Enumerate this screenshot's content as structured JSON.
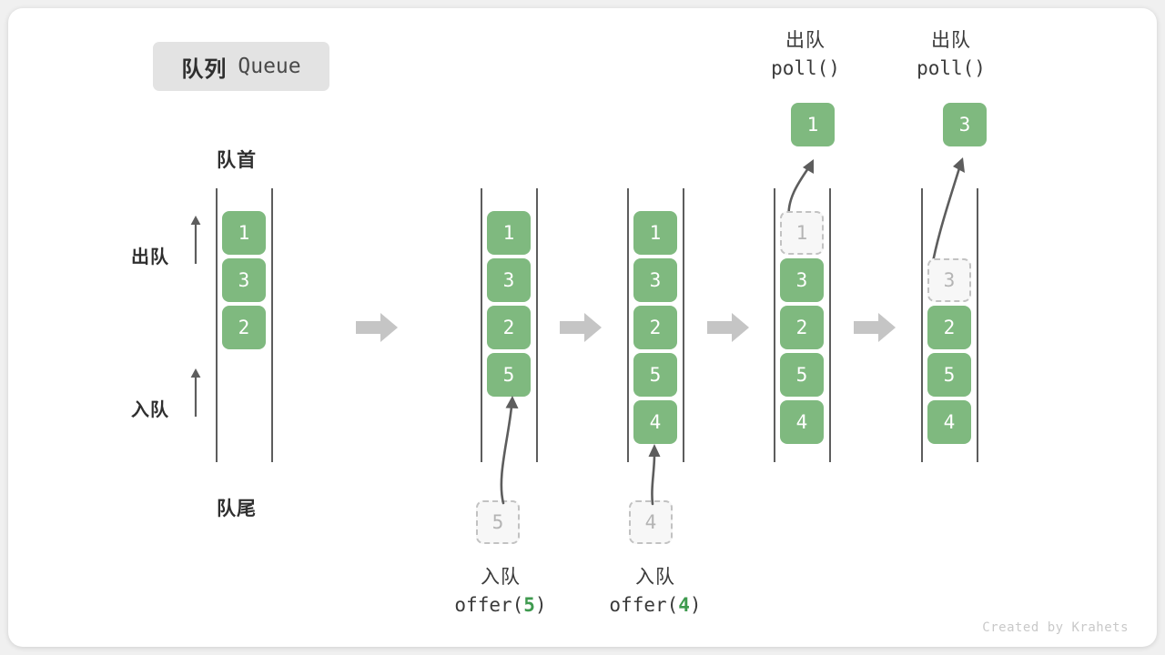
{
  "title": {
    "cn": "队列",
    "en": "Queue"
  },
  "captions": {
    "head": "队首",
    "tail": "队尾",
    "dequeue_label": "出队",
    "enqueue_label": "入队"
  },
  "colors": {
    "cell_green": "#7fb97f",
    "cell_text": "#ffffff",
    "ghost_fill": "#f7f7f7",
    "ghost_border": "#c2c2c2",
    "ghost_text": "#b4b4b4",
    "rail": "#5d5d5d",
    "block_arrow": "#c5c5c5",
    "curve_arrow": "#5d5d5d",
    "badge_bg": "#e3e3e3",
    "code_accent": "#3f9a4f",
    "card_bg": "#ffffff",
    "page_bg": "#f0f0f0"
  },
  "columns": [
    {
      "id": "state-initial",
      "cells": [
        {
          "value": "1",
          "state": "filled"
        },
        {
          "value": "3",
          "state": "filled"
        },
        {
          "value": "2",
          "state": "filled"
        }
      ]
    },
    {
      "id": "state-after-offer-5",
      "cells": [
        {
          "value": "1",
          "state": "filled"
        },
        {
          "value": "3",
          "state": "filled"
        },
        {
          "value": "2",
          "state": "filled"
        },
        {
          "value": "5",
          "state": "filled"
        }
      ],
      "incoming": {
        "value": "5",
        "state": "ghost"
      },
      "caption": {
        "cn": "入队",
        "code_prefix": "offer(",
        "code_num": "5",
        "code_suffix": ")"
      }
    },
    {
      "id": "state-after-offer-4",
      "cells": [
        {
          "value": "1",
          "state": "filled"
        },
        {
          "value": "3",
          "state": "filled"
        },
        {
          "value": "2",
          "state": "filled"
        },
        {
          "value": "5",
          "state": "filled"
        },
        {
          "value": "4",
          "state": "filled"
        }
      ],
      "incoming": {
        "value": "4",
        "state": "ghost"
      },
      "caption": {
        "cn": "入队",
        "code_prefix": "offer(",
        "code_num": "4",
        "code_suffix": ")"
      }
    },
    {
      "id": "state-after-poll-1",
      "cells": [
        {
          "value": "1",
          "state": "ghost"
        },
        {
          "value": "3",
          "state": "filled"
        },
        {
          "value": "2",
          "state": "filled"
        },
        {
          "value": "5",
          "state": "filled"
        },
        {
          "value": "4",
          "state": "filled"
        }
      ],
      "outgoing": {
        "value": "1",
        "state": "filled"
      },
      "caption": {
        "cn": "出队",
        "code": "poll()"
      }
    },
    {
      "id": "state-after-poll-3",
      "cells": [
        {
          "value": "",
          "state": "empty"
        },
        {
          "value": "3",
          "state": "ghost"
        },
        {
          "value": "2",
          "state": "filled"
        },
        {
          "value": "5",
          "state": "filled"
        },
        {
          "value": "4",
          "state": "filled"
        }
      ],
      "outgoing": {
        "value": "3",
        "state": "filled"
      },
      "caption": {
        "cn": "出队",
        "code": "poll()"
      }
    }
  ],
  "credit": "Created by Krahets"
}
